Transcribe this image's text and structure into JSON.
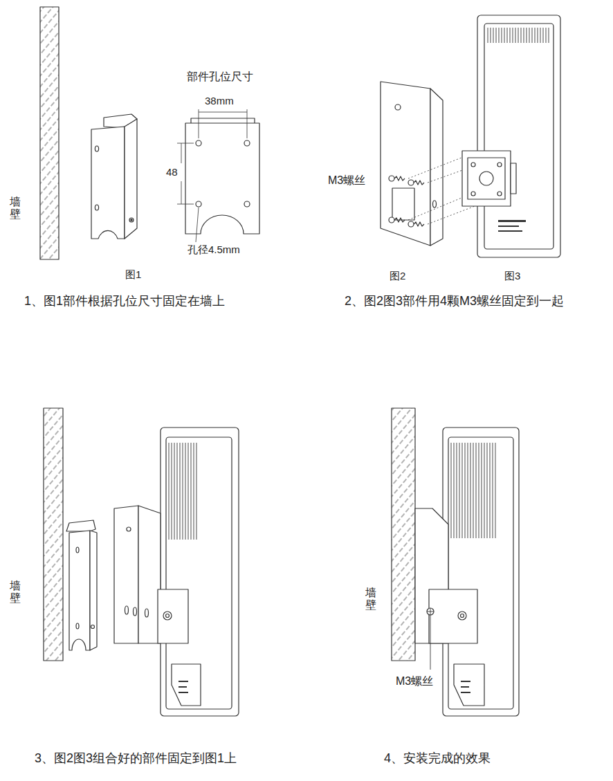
{
  "diagram": {
    "labels": [
      "部件孔位尺寸",
      "38mm",
      "48",
      "孔径4.5mm",
      "墙壁",
      "图1",
      "1、图1部件根据孔位尺寸固定在墙上",
      "M3螺丝",
      "图2",
      "图3",
      "2、图2图3部件用4颗M3螺丝固定到一起",
      "墙壁",
      "墙壁",
      "M3螺丝",
      "3、图2图3组合好的部件固定到图1上",
      "4、安装完成的效果"
    ]
  }
}
